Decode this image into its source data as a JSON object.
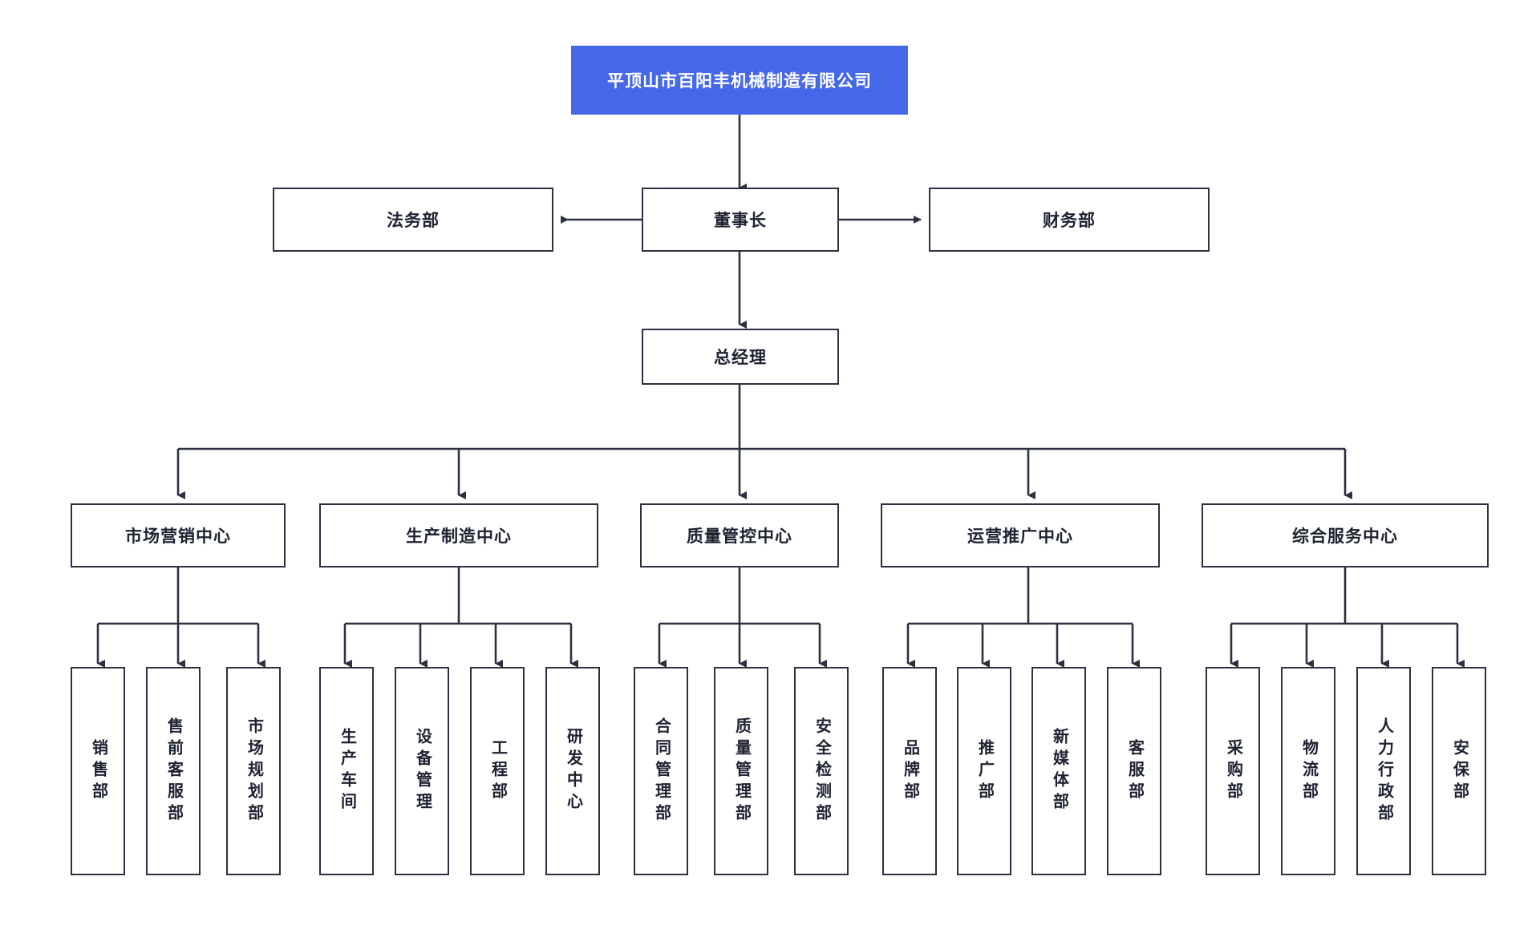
{
  "chart_data": {
    "type": "diagram",
    "diagram_kind": "organizational-chart",
    "orientation": "top-down",
    "title": "平顶山市百阳丰机械制造有限公司",
    "colors": {
      "root_fill": "#4568e8",
      "root_text": "#ffffff",
      "node_fill": "#ffffff",
      "node_border": "#2b3140",
      "node_text": "#1d2230",
      "connector": "#2b3140",
      "background": "#ffffff"
    }
  },
  "root": {
    "label": "平顶山市百阳丰机械制造有限公司"
  },
  "level2": {
    "left": {
      "label": "法务部"
    },
    "center": {
      "label": "董事长"
    },
    "right": {
      "label": "财务部"
    }
  },
  "level3": {
    "general_manager": {
      "label": "总经理"
    }
  },
  "centers": [
    {
      "label": "市场营销中心",
      "children": [
        {
          "label": "销售部"
        },
        {
          "label": "售前客服部"
        },
        {
          "label": "市场规划部"
        }
      ]
    },
    {
      "label": "生产制造中心",
      "children": [
        {
          "label": "生产车间"
        },
        {
          "label": "设备管理"
        },
        {
          "label": "工程部"
        },
        {
          "label": "研发中心"
        }
      ]
    },
    {
      "label": "质量管控中心",
      "children": [
        {
          "label": "合同管理部"
        },
        {
          "label": "质量管理部"
        },
        {
          "label": "安全检测部"
        }
      ]
    },
    {
      "label": "运营推广中心",
      "children": [
        {
          "label": "品牌部"
        },
        {
          "label": "推广部"
        },
        {
          "label": "新媒体部"
        },
        {
          "label": "客服部"
        }
      ]
    },
    {
      "label": "综合服务中心",
      "children": [
        {
          "label": "采购部"
        },
        {
          "label": "物流部"
        },
        {
          "label": "人力行政部"
        },
        {
          "label": "安保部"
        }
      ]
    }
  ]
}
